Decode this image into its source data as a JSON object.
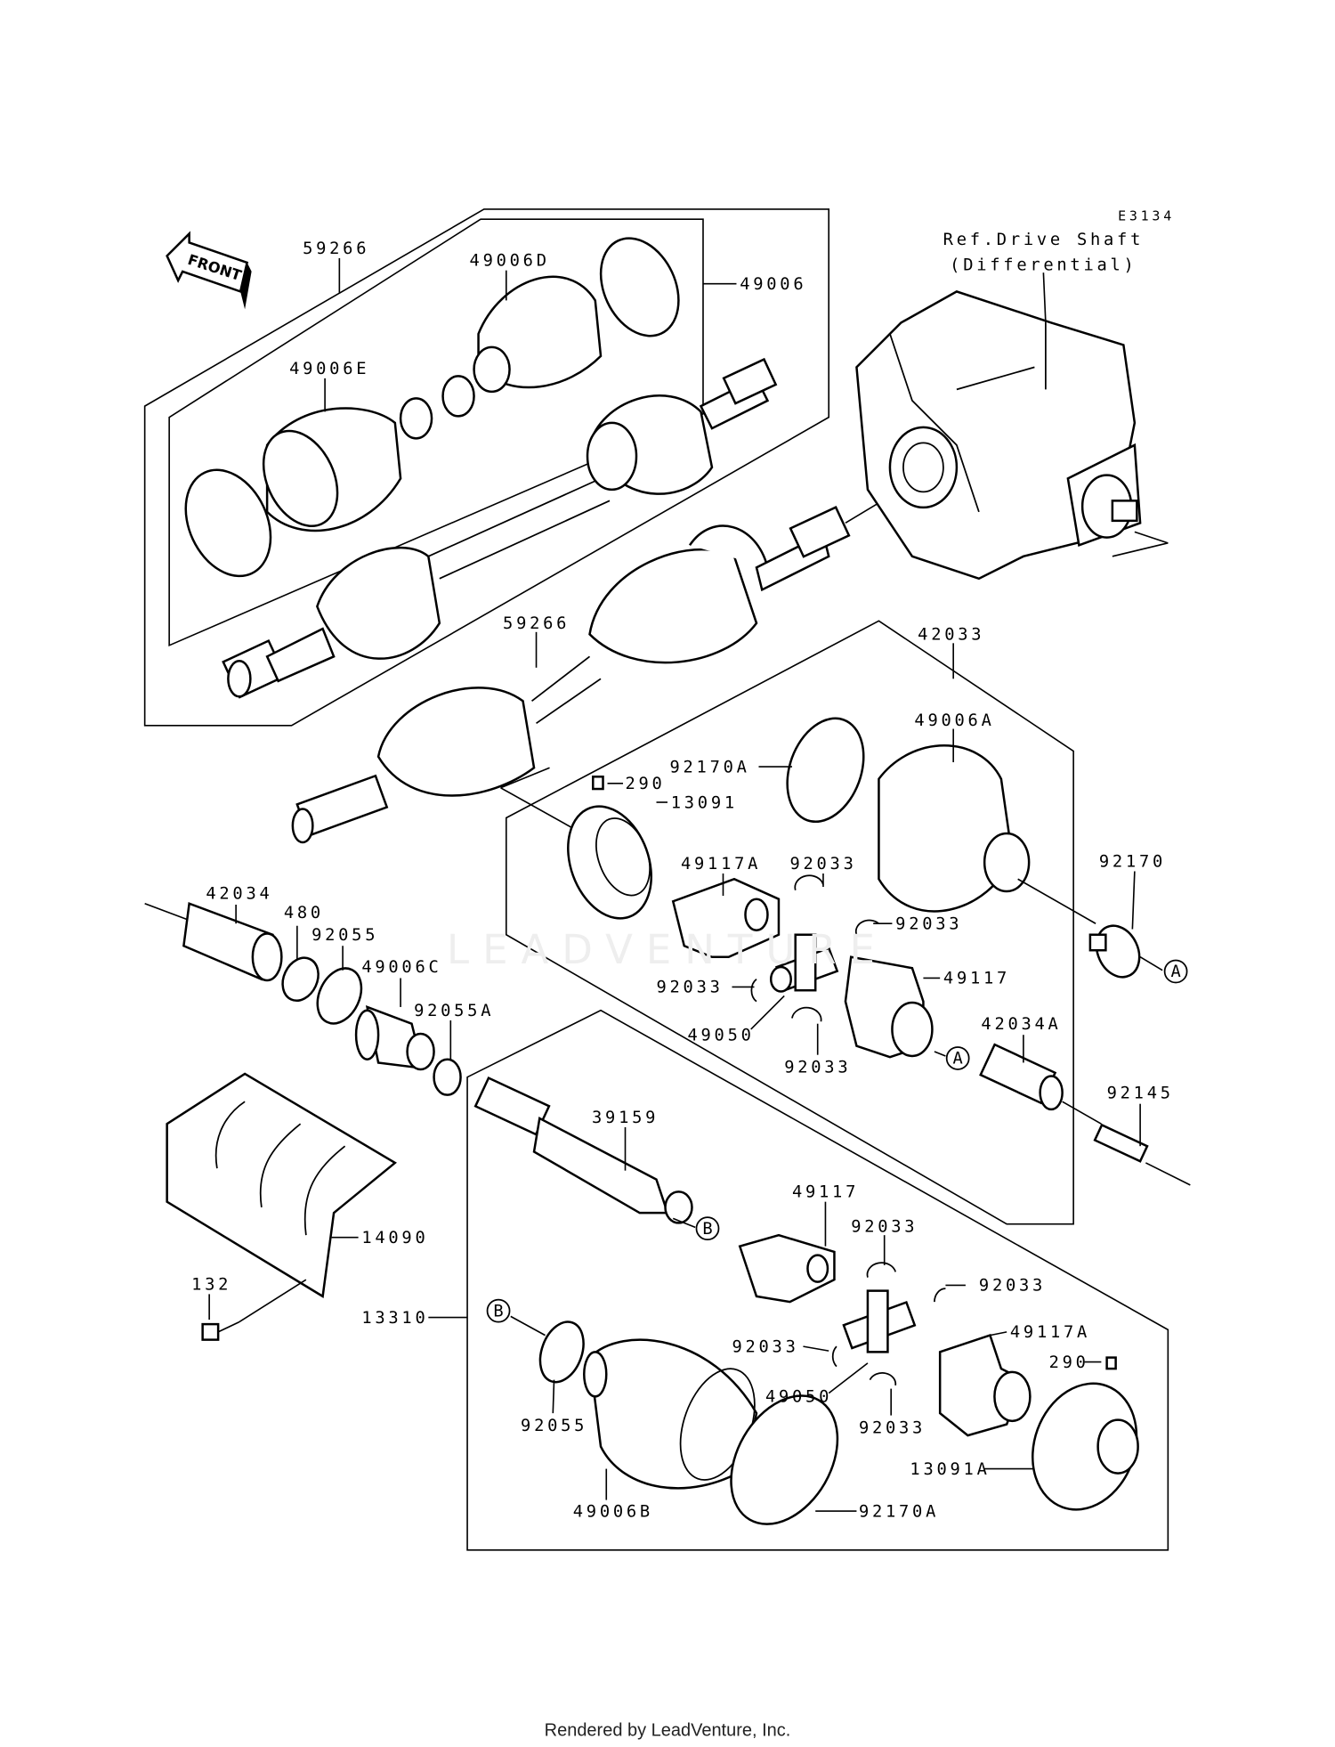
{
  "diagram_code": "E3134",
  "ref_note": {
    "line1": "Ref.Drive Shaft",
    "line2": "(Differential)"
  },
  "front_arrow": "FRONT",
  "watermark": "LEADVENTURE",
  "labels": [
    "59266",
    "49006D",
    "49006",
    "49006E",
    "59266",
    "42033",
    "49006A",
    "92170A",
    "290",
    "13091",
    "49117A",
    "92033",
    "92033",
    "92170",
    "92033",
    "49117",
    "49050",
    "92033",
    "42034A",
    "92145",
    "42034",
    "480",
    "92055",
    "49006C",
    "92055A",
    "14090",
    "132",
    "13310",
    "39159",
    "49117",
    "92033",
    "92033",
    "92033",
    "49117A",
    "290",
    "49050",
    "92055",
    "92033",
    "13091A",
    "49006B",
    "92170A"
  ],
  "markers": [
    "A",
    "A",
    "B",
    "B"
  ],
  "footer": "Rendered by LeadVenture, Inc."
}
